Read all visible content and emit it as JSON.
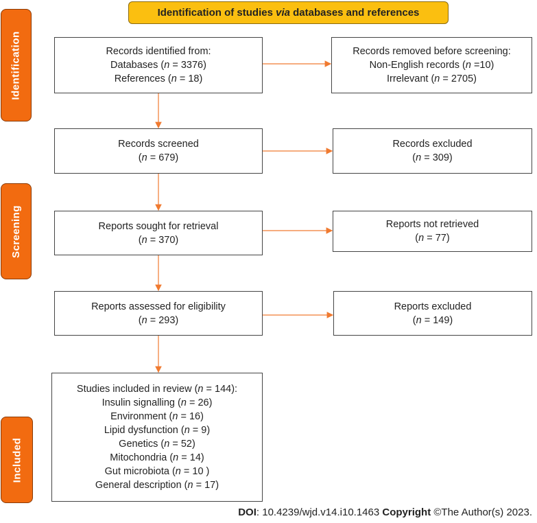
{
  "title": {
    "before": "Identification of studies ",
    "italic": "via",
    "after": " databases and references"
  },
  "phases": [
    "Identification",
    "Screening",
    "Included"
  ],
  "boxes": {
    "identified": [
      "Records identified from:",
      "Databases (n = 3376)",
      "References (n = 18)"
    ],
    "removed": [
      "Records removed before screening:",
      "Non-English records (n =10)",
      "Irrelevant (n = 2705)"
    ],
    "screened": [
      "Records screened",
      "(n = 679)"
    ],
    "excluded": [
      "Records excluded",
      "(n = 309)"
    ],
    "sought": [
      "Reports sought for retrieval",
      "(n = 370)"
    ],
    "not_retrieved": [
      "Reports not retrieved",
      "(n = 77)"
    ],
    "assessed": [
      "Reports assessed for eligibility",
      "(n = 293)"
    ],
    "reports_excluded": [
      "Reports excluded",
      "(n = 149)"
    ],
    "included": [
      "Studies included in review (n = 144):",
      "Insulin signalling (n = 26)",
      "Environment (n = 16)",
      "Lipid dysfunction (n = 9)",
      "Genetics (n = 52)",
      "Mitochondria (n = 14)",
      "Gut microbiota (n = 10 )",
      "General description (n = 17)"
    ]
  },
  "footer": {
    "doi_label": "DOI",
    "doi": ": 10.4239/wjd.v14.i10.1463 ",
    "copyright_label": "Copyright",
    "copyright": " ©The Author(s) 2023."
  },
  "colors": {
    "phase": "#F26B10",
    "title": "#FBBF10",
    "arrow": "#F07A30"
  }
}
